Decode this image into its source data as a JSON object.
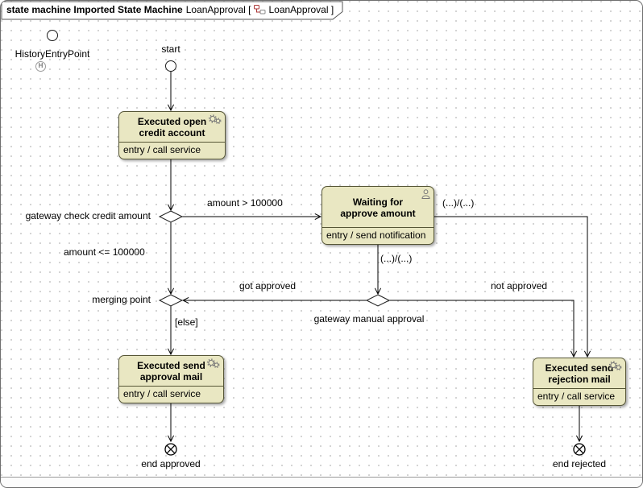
{
  "frame": {
    "title_bold": "state machine Imported State Machine",
    "title_text": "LoanApproval [",
    "title_ref": "LoanApproval ]"
  },
  "pseudostates": {
    "history": {
      "label": "HistoryEntryPoint",
      "badge": "H"
    },
    "start": {
      "label": "start"
    },
    "gateway_credit": {
      "label": "gateway check credit amount"
    },
    "gateway_manual": {
      "label": "gateway manual approval"
    },
    "merging": {
      "label": "merging point"
    },
    "end_approved": {
      "label": "end approved"
    },
    "end_rejected": {
      "label": "end rejected"
    }
  },
  "states": {
    "open_credit": {
      "line1": "Executed open",
      "line2": "credit account",
      "entry": "entry / call service"
    },
    "waiting": {
      "line1": "Waiting for",
      "line2": "approve amount",
      "entry": "entry / send notification"
    },
    "approval_mail": {
      "line1": "Executed send",
      "line2": "approval mail",
      "entry": "entry / call service"
    },
    "rejection_mail": {
      "line1": "Executed send",
      "line2": "rejection mail",
      "entry": "entry / call service"
    }
  },
  "transitions": {
    "amount_gt": "amount > 100000",
    "amount_le": "amount <= 100000",
    "waiting_right_effect": "(...)/(...)",
    "waiting_down_effect": "(...)/(...)",
    "got_approved": "got approved",
    "not_approved": "not approved",
    "else_branch": "[else]"
  },
  "colors": {
    "state_fill": "#e9e7c2",
    "state_border": "#565636",
    "grid_dot": "#cfcfcf"
  }
}
